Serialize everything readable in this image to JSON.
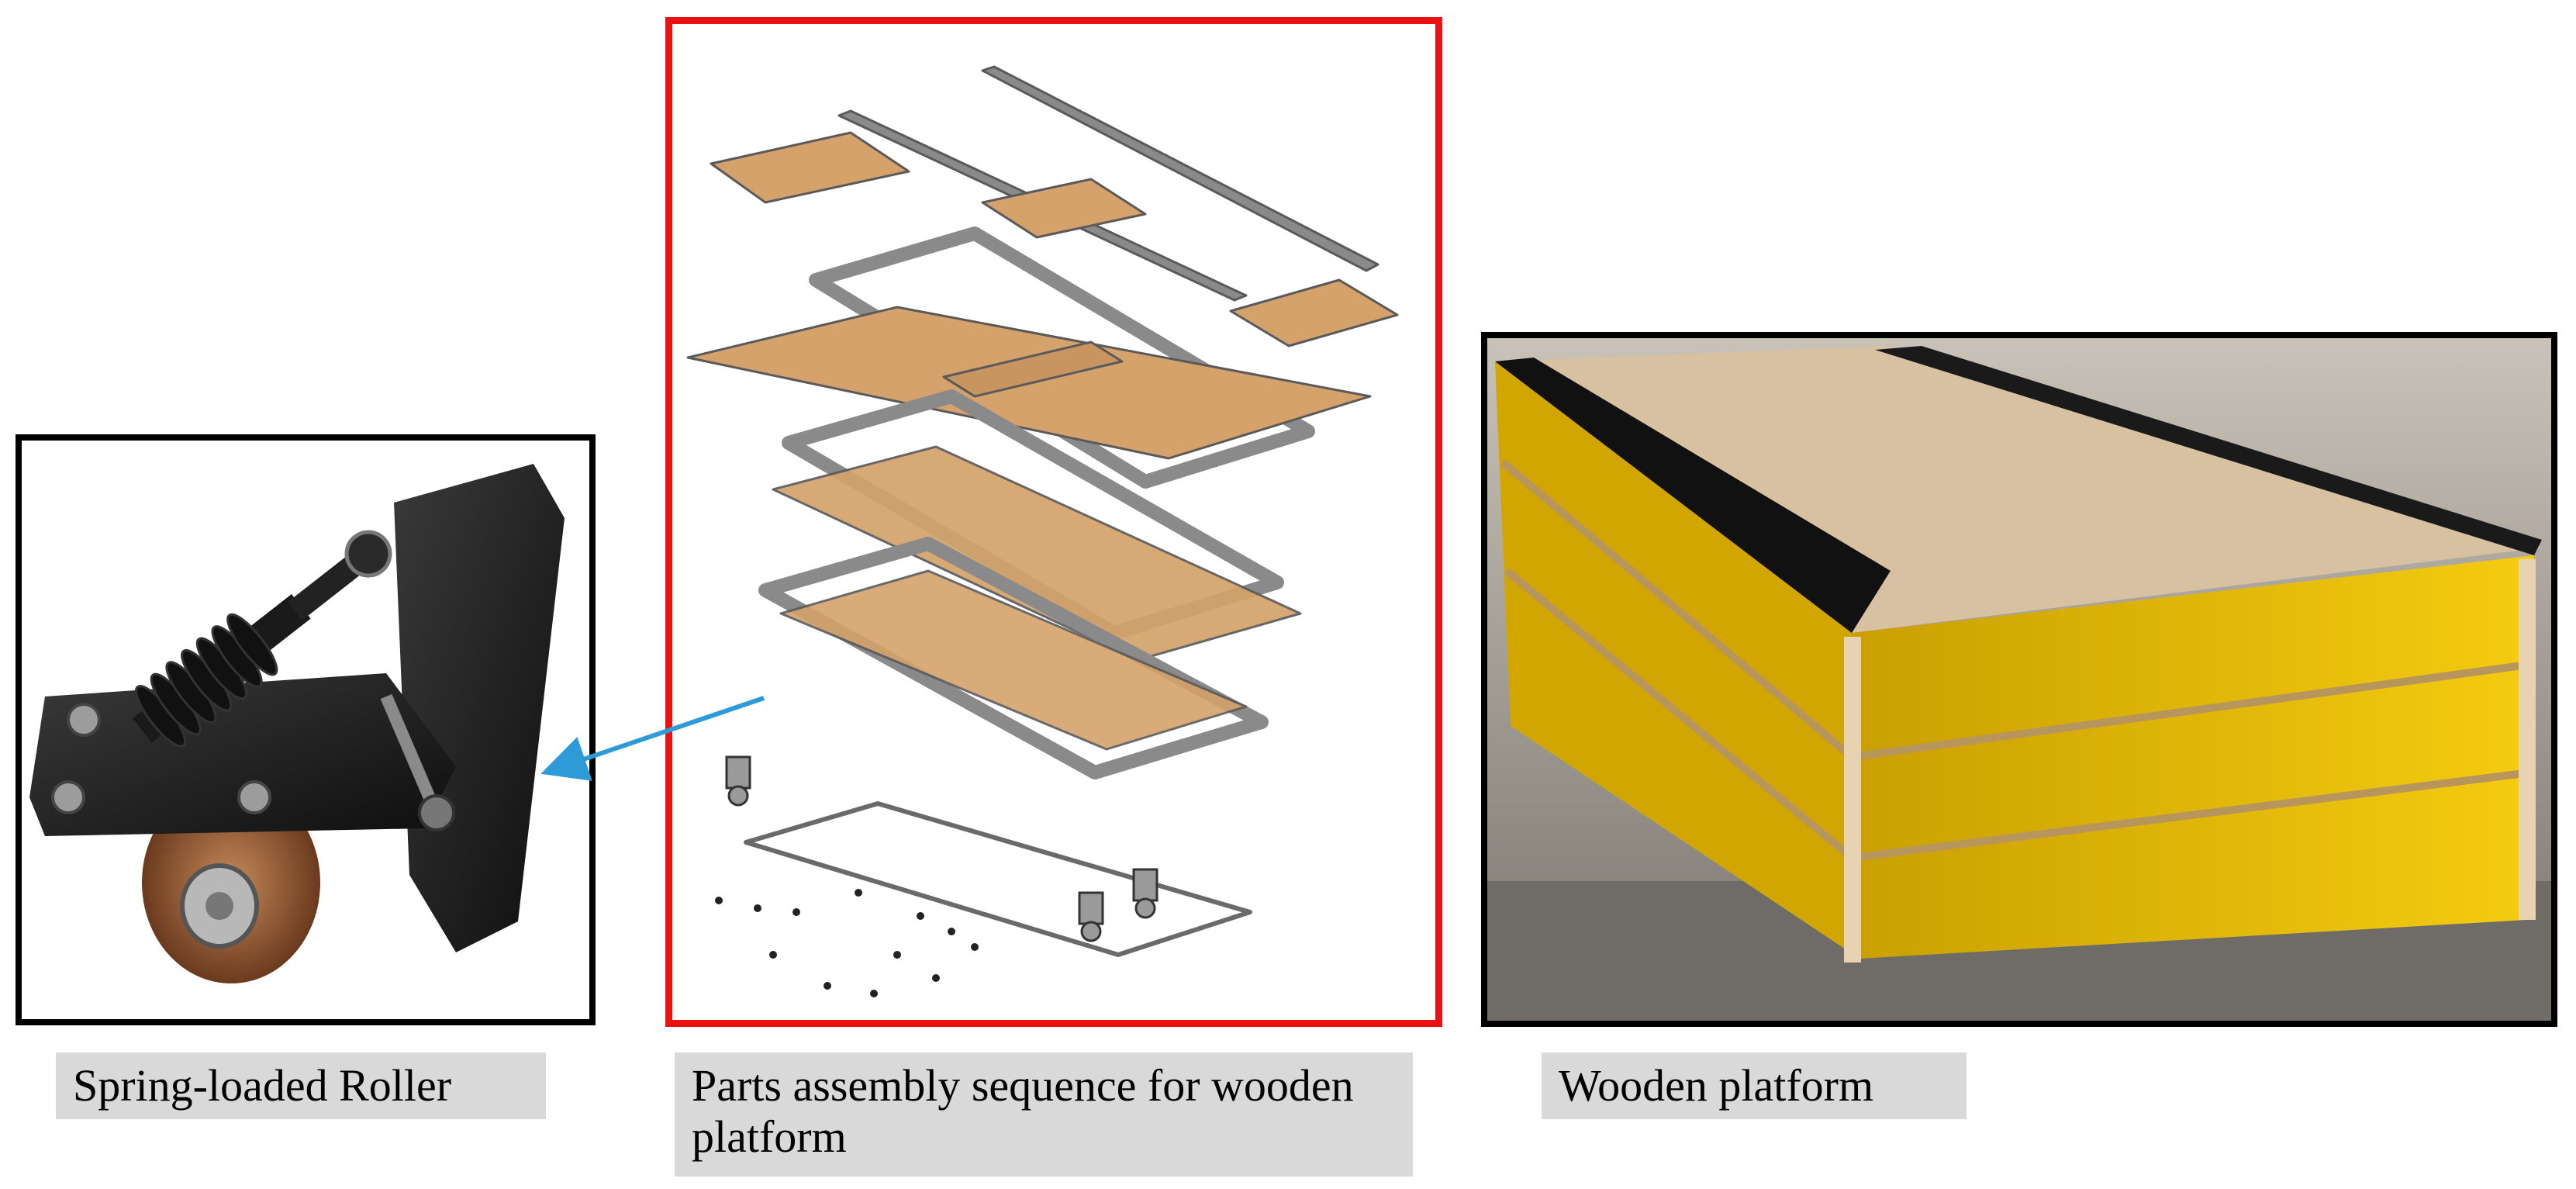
{
  "figure": {
    "panels": {
      "roller": {
        "caption": "Spring-loaded Roller"
      },
      "assembly": {
        "caption": "Parts assembly sequence for wooden platform"
      },
      "platform": {
        "caption": "Wooden platform"
      }
    },
    "colors": {
      "assembly_frame": "#ee1111",
      "photo_frame": "#000000",
      "pointer_arrow": "#2e9ad8",
      "caption_background": "#d9d9d9",
      "wood_board": "#d4a26a",
      "metal_frame": "#9a9a9a",
      "yellow_beam": "#f2c400"
    }
  }
}
